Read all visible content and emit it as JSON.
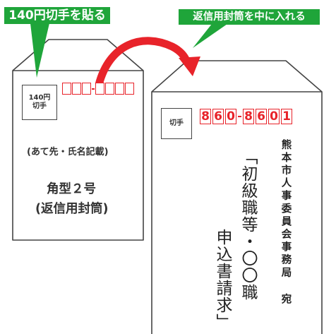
{
  "labels": {
    "stamp_instruction": "140円切手を貼る",
    "insert_instruction": "返信用封筒を中に入れる"
  },
  "return_envelope": {
    "stamp_amount": "140円",
    "stamp_word": "切手",
    "address_note": "(あて先・氏名記載)",
    "envelope_type": "角型２号",
    "envelope_subtitle": "(返信用封筒)",
    "postal_boxes_before_dash": 3,
    "postal_boxes_after_dash": 4
  },
  "outer_envelope": {
    "stamp_word": "切手",
    "postal_code_part1": [
      "8",
      "6",
      "0"
    ],
    "postal_code_part2": [
      "8",
      "6",
      "0",
      "1"
    ],
    "request_line1": "「初級職等・〇〇職",
    "request_line2": "申込書請求」",
    "recipient": "熊本市人事委員会事務局 宛"
  },
  "colors": {
    "label_green": "#1fa53a",
    "postal_red": "#e8232a",
    "arrow_red": "#e8232a",
    "outline": "#444444"
  },
  "icons": {
    "arrow": "curved-arrow-icon"
  }
}
